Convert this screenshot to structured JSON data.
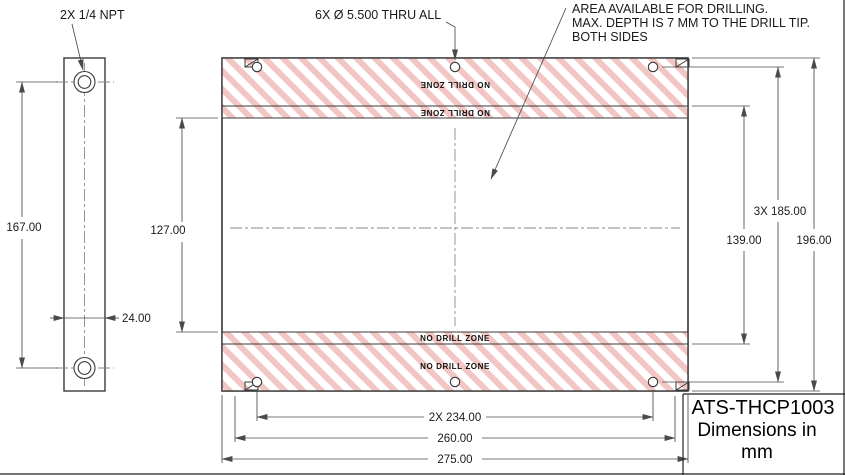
{
  "drawing": {
    "labels": {
      "npt": "2X 1/4 NPT",
      "holes": "6X Ø 5.500 THRU ALL",
      "note1": "AREA AVAILABLE FOR DRILLING.",
      "note2": "MAX. DEPTH IS 7 MM TO THE DRILL TIP.",
      "note3": "BOTH SIDES",
      "no_drill_zone": "NO DRILL ZONE"
    },
    "dims": {
      "d167": "167.00",
      "d24": "24.00",
      "d127": "127.00",
      "d139": "139.00",
      "d185": "3X 185.00",
      "d196": "196.00",
      "d234": "2X 234.00",
      "d260": "260.00",
      "d275": "275.00"
    },
    "title": {
      "part": "ATS-THCP1003",
      "units1": "Dimensions in",
      "units2": "mm"
    },
    "colors": {
      "hatch": "#f2c6c4",
      "line": "#3a3a3a",
      "dim": "#4a4a4a"
    }
  }
}
